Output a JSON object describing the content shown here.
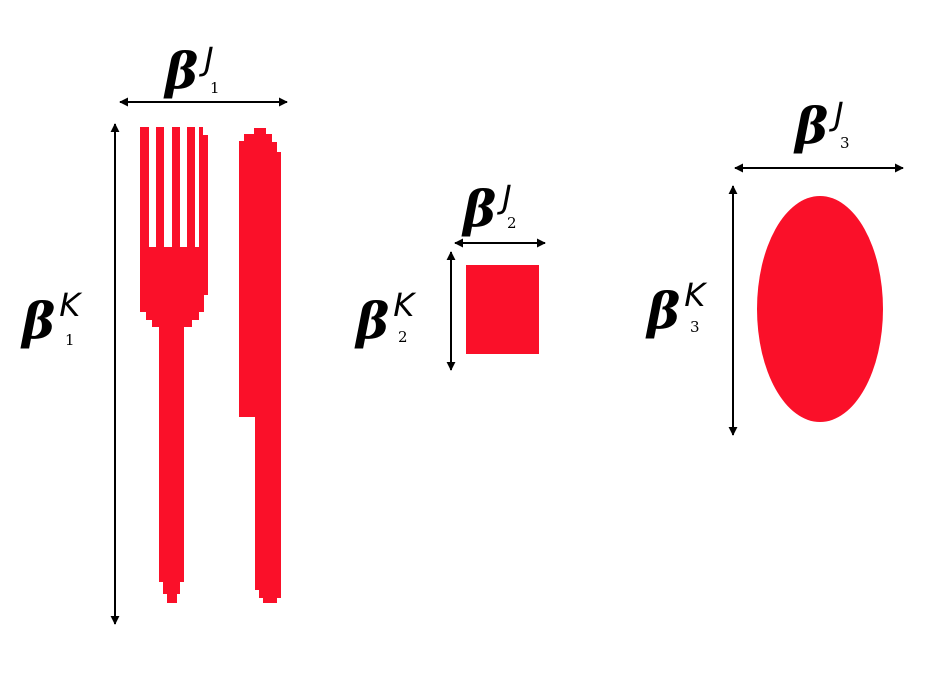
{
  "colors": {
    "shape_fill": "#fa1029",
    "arrow": "#000000",
    "background": "#ffffff"
  },
  "shapes": [
    {
      "name": "fork-and-knife",
      "symbol": "β",
      "sub": "1",
      "width_label": "J",
      "height_label": "K"
    },
    {
      "name": "square",
      "symbol": "β",
      "sub": "2",
      "width_label": "J",
      "height_label": "K"
    },
    {
      "name": "ellipse",
      "symbol": "β",
      "sub": "3",
      "width_label": "J",
      "height_label": "K"
    }
  ]
}
